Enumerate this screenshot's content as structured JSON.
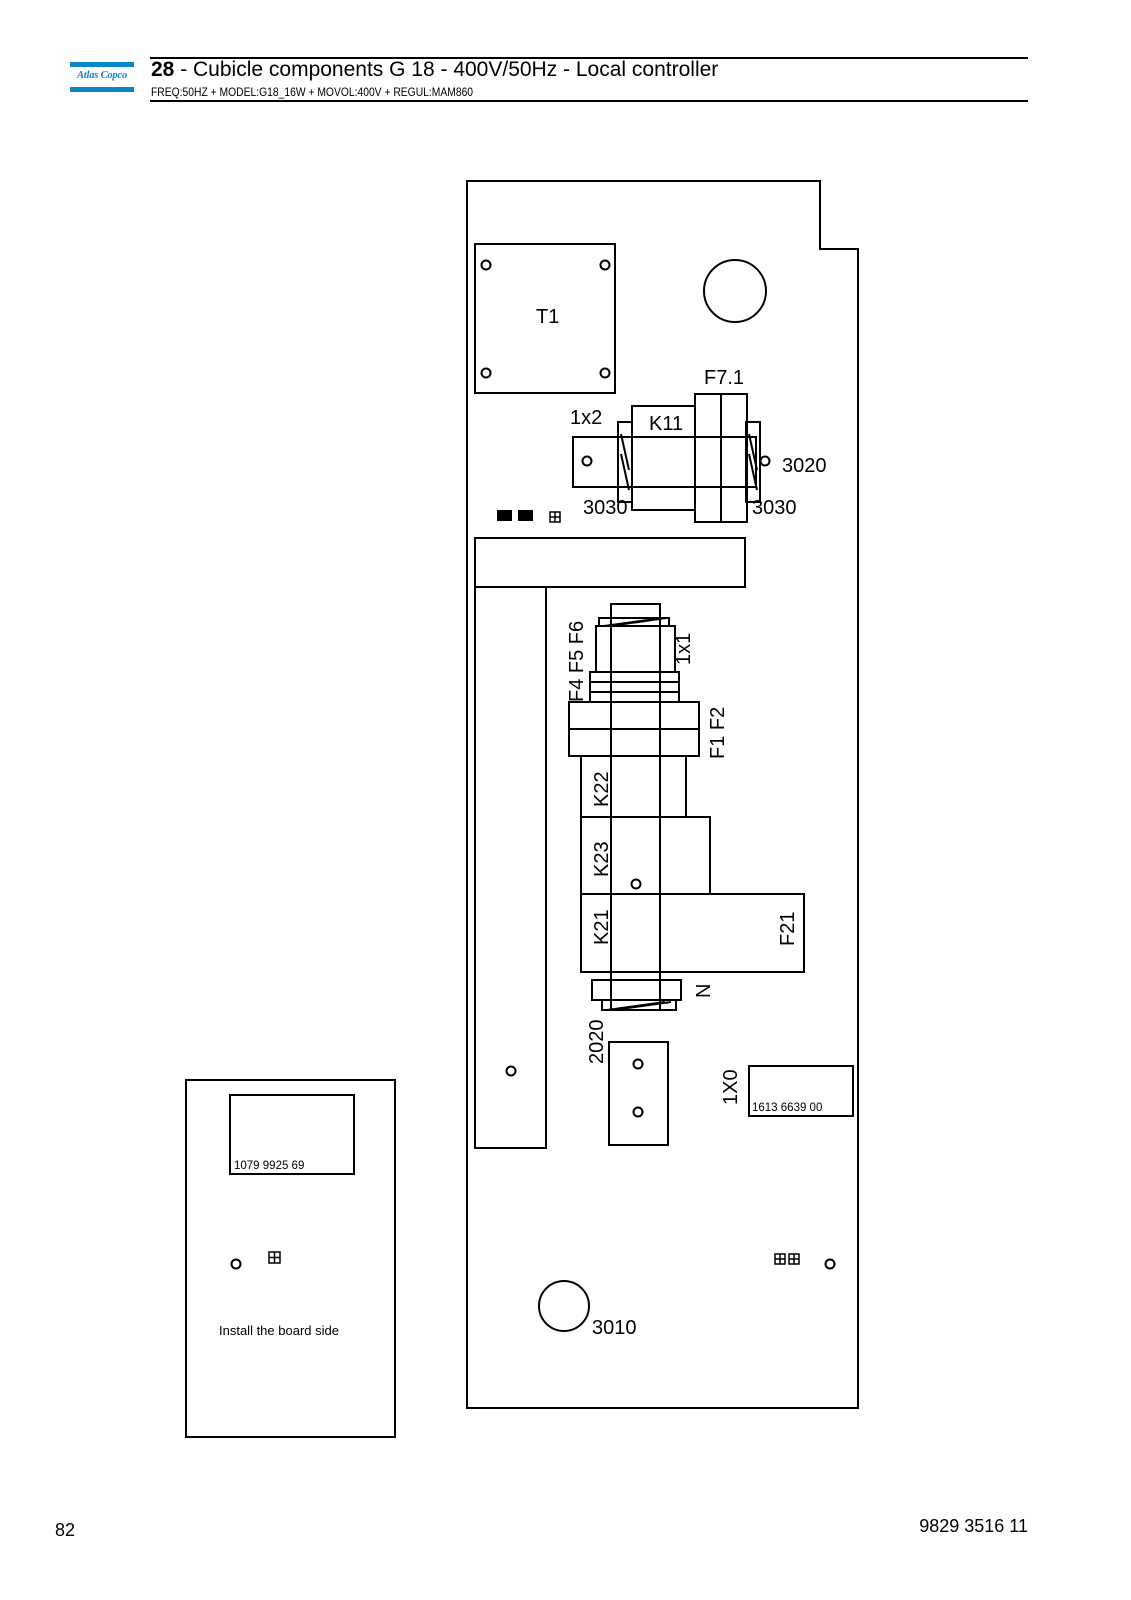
{
  "header": {
    "logo_text": "Atlas Copco",
    "section_number": "28",
    "title": " - Cubicle components G 18 - 400V/50Hz - Local controller",
    "subtitle": "FREQ:50HZ + MODEL:G18_16W + MOVOL:400V + REGUL:MAM860"
  },
  "diagram": {
    "labels": {
      "t1": "T1",
      "f7_1": "F7.1",
      "one_x_two": "1x2",
      "k11": "K11",
      "n3020": "3020",
      "n3030_left": "3030",
      "n3030_right": "3030",
      "f4_f5_f6": "F4 F5 F6",
      "one_x_one": "1x1",
      "f1_f2": "F1 F2",
      "k22": "K22",
      "k23": "K23",
      "k21": "K21",
      "f21": "F21",
      "n": "N",
      "n2020": "2020",
      "one_x_zero": "1X0",
      "part_1613": "1613 6639 00",
      "part_1079": "1079 9925 69",
      "install_note": "Install the board side",
      "n3010": "3010"
    }
  },
  "footer": {
    "page_number": "82",
    "document_number": "9829 3516 11"
  }
}
